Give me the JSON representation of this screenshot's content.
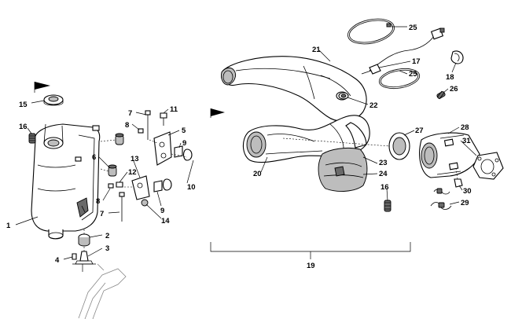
{
  "callouts": [
    {
      "label": "1"
    },
    {
      "label": "2"
    },
    {
      "label": "3"
    },
    {
      "label": "4"
    },
    {
      "label": "5"
    },
    {
      "label": "6"
    },
    {
      "label": "7"
    },
    {
      "label": "7"
    },
    {
      "label": "8"
    },
    {
      "label": "8"
    },
    {
      "label": "9"
    },
    {
      "label": "9"
    },
    {
      "label": "10"
    },
    {
      "label": "11"
    },
    {
      "label": "12"
    },
    {
      "label": "13"
    },
    {
      "label": "14"
    },
    {
      "label": "15"
    },
    {
      "label": "16"
    },
    {
      "label": "16"
    },
    {
      "label": "17"
    },
    {
      "label": "18"
    },
    {
      "label": "19"
    },
    {
      "label": "20"
    },
    {
      "label": "21"
    },
    {
      "label": "22"
    },
    {
      "label": "23"
    },
    {
      "label": "24"
    },
    {
      "label": "25"
    },
    {
      "label": "25"
    },
    {
      "label": "26"
    },
    {
      "label": "27"
    },
    {
      "label": "28"
    },
    {
      "label": "29"
    },
    {
      "label": "30"
    },
    {
      "label": "31"
    }
  ]
}
